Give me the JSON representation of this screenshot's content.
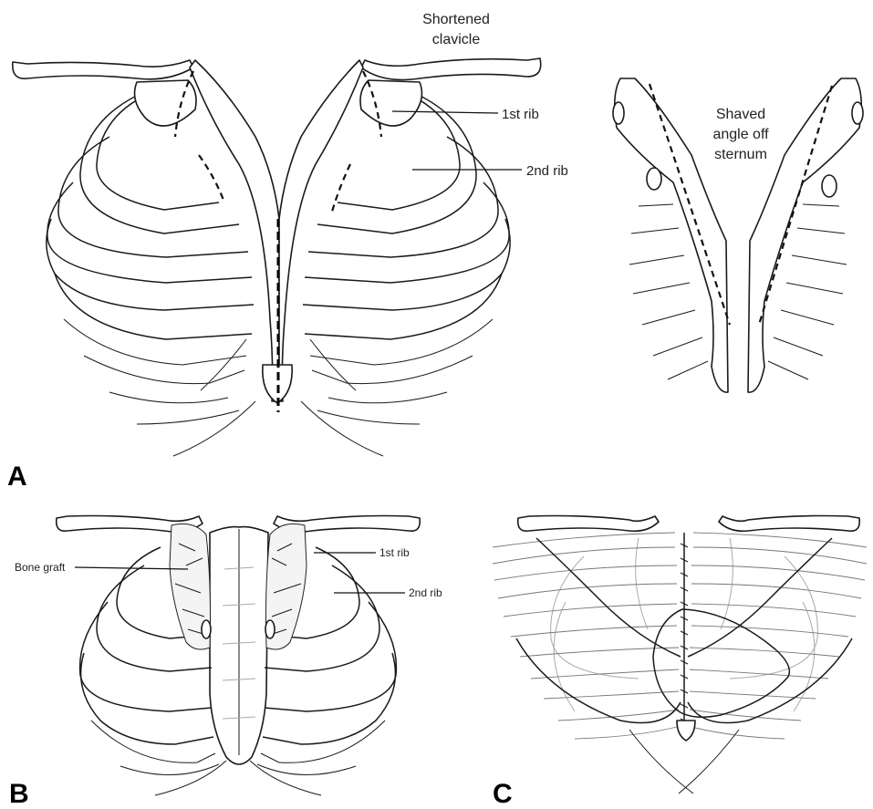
{
  "panels": [
    {
      "letter": "A"
    },
    {
      "letter": "B"
    },
    {
      "letter": "C"
    }
  ],
  "labels": {
    "shortened_clavicle_line1": "Shortened",
    "shortened_clavicle_line2": "clavicle",
    "first_rib_a": "1st rib",
    "second_rib_a": "2nd rib",
    "shaved_line1": "Shaved",
    "shaved_line2": "angle off",
    "shaved_line3": "sternum",
    "bone_graft": "Bone graft",
    "first_rib_b": "1st rib",
    "second_rib_b": "2nd rib"
  }
}
